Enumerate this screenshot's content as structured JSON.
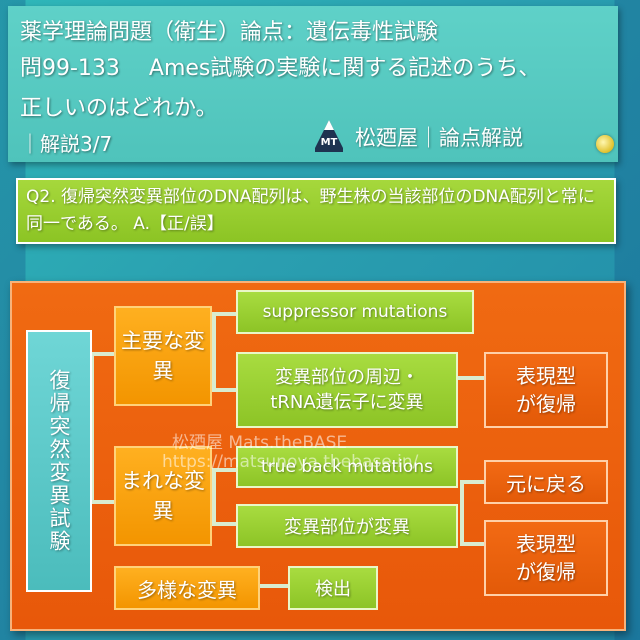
{
  "header": {
    "line1": "薬学理論問題（衛生）論点：遺伝毒性試験",
    "line2": "問99-133　 Ames試験の実験に関する記述のうち、",
    "line3": "正しいのはどれか。",
    "line4": "｜解説3/7",
    "logo_text": "MT",
    "brand": "松廼屋｜論点解説"
  },
  "question": {
    "text": "Q2. 復帰突然変異部位のDNA配列は、野生株の当該部位のDNA配列と常に同一である。 A.【正/誤】"
  },
  "diagram": {
    "root": "復帰突然変異試験",
    "major": "主要な変異",
    "rare": "まれな変異",
    "diverse": "多様な変異",
    "suppressor": "suppressor mutations",
    "surround": "変異部位の周辺・tRNA遺伝子に変異",
    "phenotype1": "表現型が復帰",
    "trueback": "true back mutations",
    "sitechange": "変異部位が変異",
    "revert": "元に戻る",
    "phenotype2": "表現型が復帰",
    "detect": "検出"
  },
  "watermark": {
    "line1": "松廼屋 Mats.theBASE",
    "line2": "https://matsunoya.thebase.in/"
  },
  "colors": {
    "header_bg": "#4fc3bb",
    "question_bg": "#8cc424",
    "panel_bg": "#e8580a"
  }
}
